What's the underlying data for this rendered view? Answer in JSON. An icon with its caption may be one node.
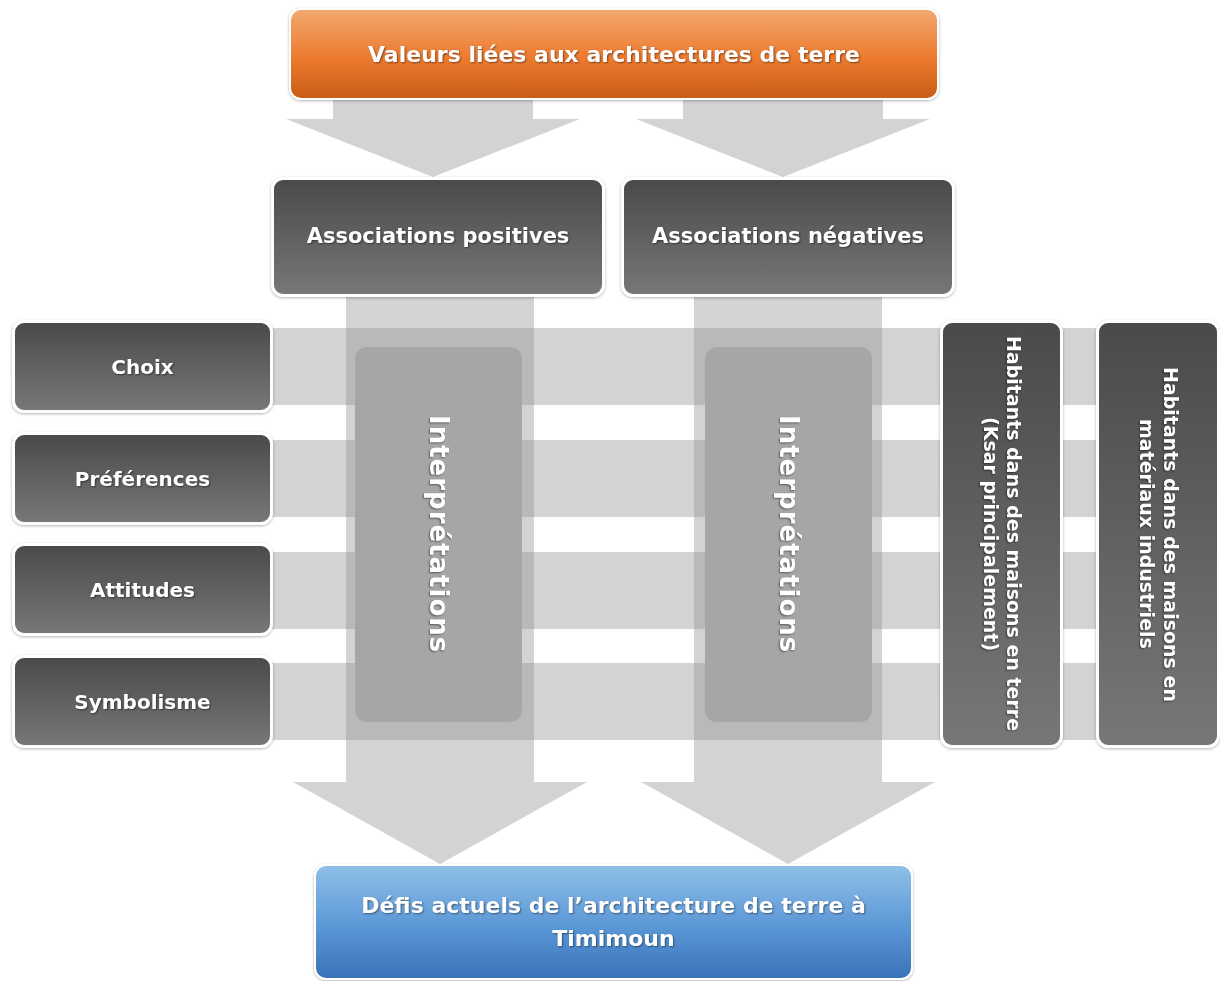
{
  "diagram": {
    "nodes": [
      {
        "text": [
          "Valeurs liées aux architectures de terre"
        ]
      },
      {
        "text": [
          "Associations positives"
        ]
      },
      {
        "text": [
          "Associations négatives"
        ]
      },
      {
        "text": [
          "Choix"
        ]
      },
      {
        "text": [
          "Préférences"
        ]
      },
      {
        "text": [
          "Attitudes"
        ]
      },
      {
        "text": [
          "Symbolisme"
        ]
      },
      {
        "text": [
          "Interprétations"
        ]
      },
      {
        "text": [
          "Interprétations"
        ]
      },
      {
        "text": [
          "Habitants dans des maisons en terre (Ksar principalement)"
        ]
      },
      {
        "text": [
          "Habitants dans des maisons en matériaux industriels"
        ]
      },
      {
        "text": [
          "Défis actuels de l’architecture de terre à Timimoun"
        ]
      }
    ],
    "edges": [
      {
        "from": 0,
        "to": 1,
        "arrow": "to"
      },
      {
        "from": 0,
        "to": 2,
        "arrow": "to"
      },
      {
        "from": 1,
        "to": 11,
        "arrow": "to"
      },
      {
        "from": 2,
        "to": 11,
        "arrow": "to"
      }
    ]
  }
}
